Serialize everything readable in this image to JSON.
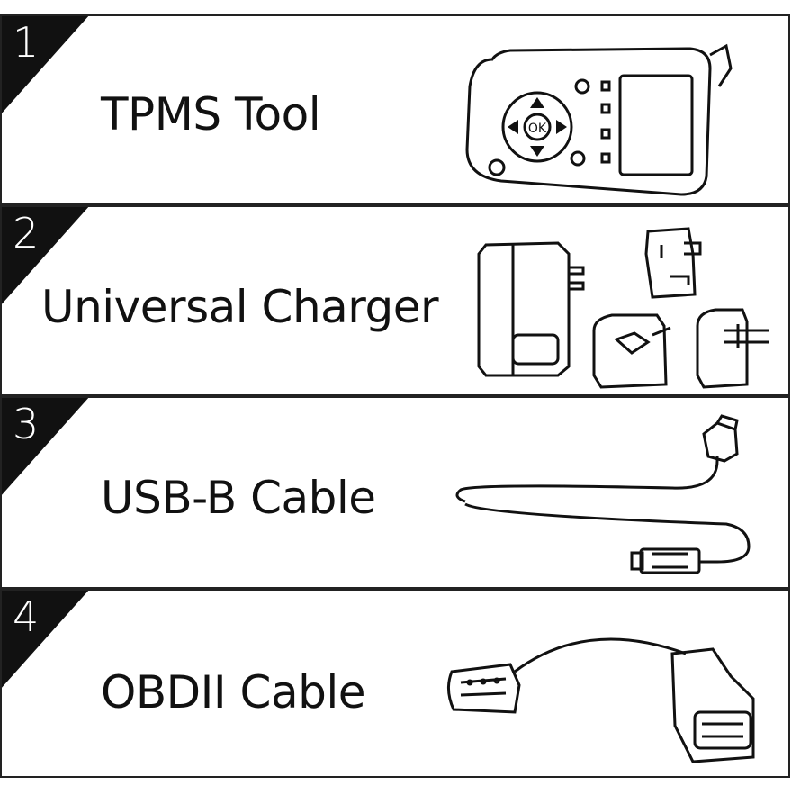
{
  "items": [
    {
      "number": "1",
      "title": "TPMS Tool",
      "icon": "tpms-tool-icon"
    },
    {
      "number": "2",
      "title": "Universal Charger",
      "icon": "charger-icon"
    },
    {
      "number": "3",
      "title": "USB-B Cable",
      "icon": "usb-cable-icon"
    },
    {
      "number": "4",
      "title": "OBDII Cable",
      "icon": "obd-cable-icon"
    }
  ],
  "tool_button_label": "OK",
  "colors": {
    "ink": "#111111",
    "border": "#222222",
    "background": "#ffffff"
  }
}
